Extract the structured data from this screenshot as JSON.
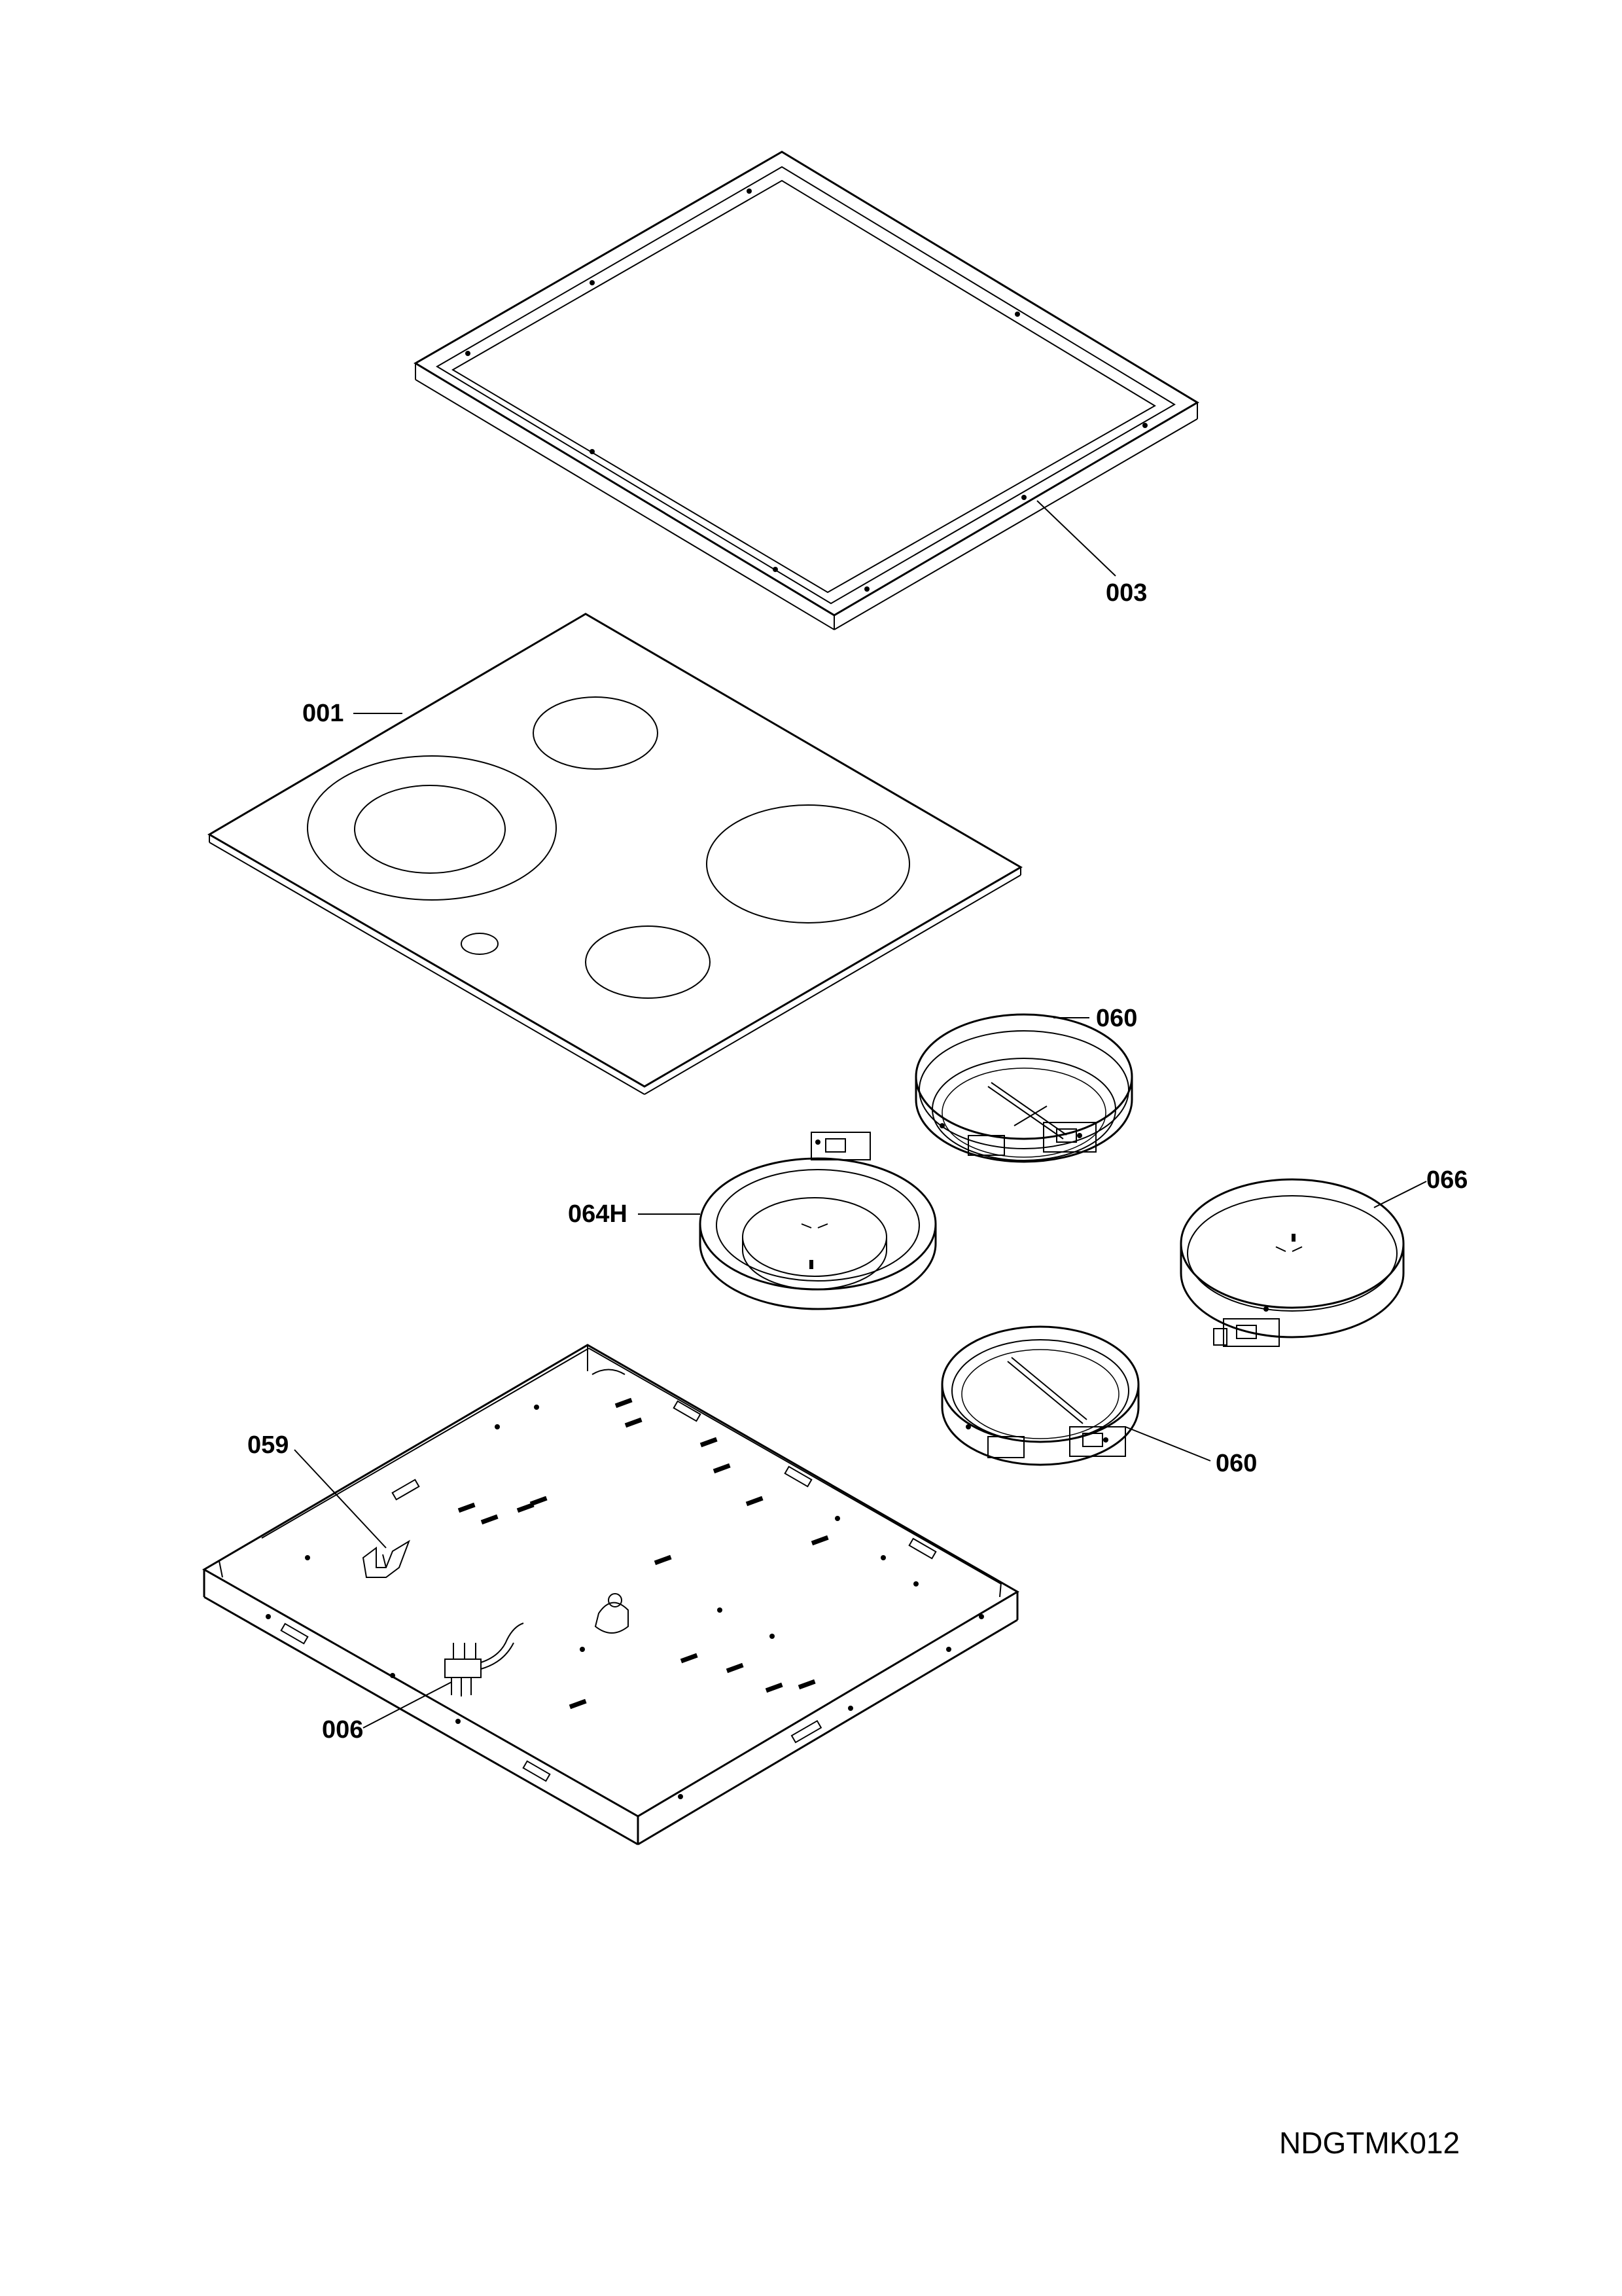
{
  "callouts": {
    "frame": "003",
    "glass_top": "001",
    "heater_rear": "060",
    "heater_dual": "064H",
    "heater_right": "066",
    "heater_front": "060",
    "bracket": "059",
    "terminal": "006"
  },
  "drawing_code": "NDGTMK012"
}
